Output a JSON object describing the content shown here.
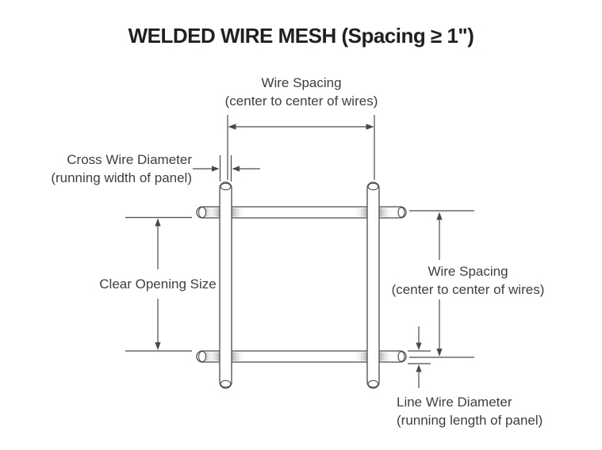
{
  "title": "WELDED WIRE MESH (Spacing ≥ 1\")",
  "colors": {
    "background": "#ffffff",
    "line_art": "#4a4a4a",
    "label_text": "#3f3f3f",
    "title_text": "#231f20",
    "weld_shading": "#b0b0b0"
  },
  "labels": {
    "wire_spacing_top": {
      "line1": "Wire Spacing",
      "line2": "(center to center of wires)"
    },
    "cross_wire_diameter": {
      "line1": "Cross Wire Diameter",
      "line2": "(running width of panel)"
    },
    "clear_opening_size": {
      "line1": "Clear Opening Size"
    },
    "wire_spacing_right": {
      "line1": "Wire Spacing",
      "line2": "(center to center of wires)"
    },
    "line_wire_diameter": {
      "line1": "Line Wire Diameter",
      "line2": "(running length of panel)"
    }
  }
}
